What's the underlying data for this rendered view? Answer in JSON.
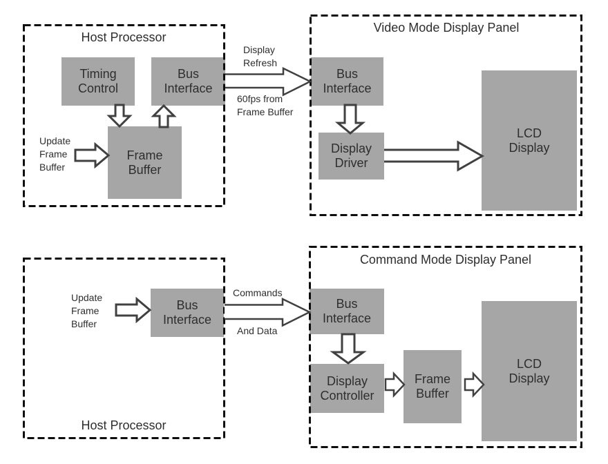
{
  "diagram": {
    "top": {
      "host": {
        "title": "Host Processor",
        "timing_control": "Timing\nControl",
        "bus_interface": "Bus\nInterface",
        "frame_buffer": "Frame\nBuffer",
        "update_label": "Update\nFrame\nBuffer"
      },
      "link": {
        "label_above": "Display\nRefresh",
        "label_below": "60fps from\nFrame Buffer"
      },
      "panel": {
        "title": "Video Mode Display Panel",
        "bus_interface": "Bus\nInterface",
        "display_driver": "Display\nDriver",
        "lcd": "LCD\nDisplay"
      }
    },
    "bottom": {
      "host": {
        "title": "Host Processor",
        "bus_interface": "Bus\nInterface",
        "update_label": "Update\nFrame\nBuffer"
      },
      "link": {
        "label_above": "Commands",
        "label_below": "And Data"
      },
      "panel": {
        "title": "Command Mode Display Panel",
        "bus_interface": "Bus\nInterface",
        "display_controller": "Display\nController",
        "frame_buffer": "Frame\nBuffer",
        "lcd": "LCD\nDisplay"
      }
    },
    "colors": {
      "box_fill": "#a6a6a6",
      "arrow_outline": "#404040",
      "dashed_border": "#0d0d0d",
      "text": "#2e2e2e"
    }
  }
}
